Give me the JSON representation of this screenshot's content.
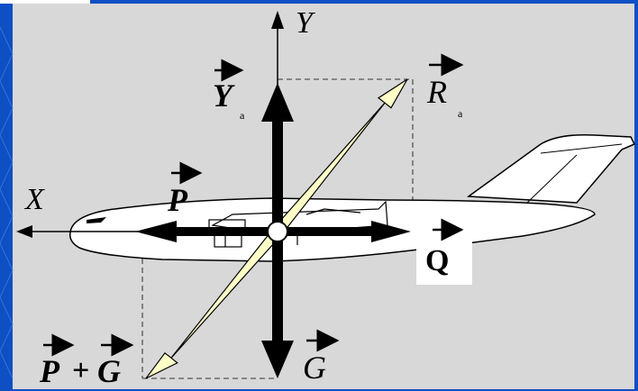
{
  "labels": {
    "y_axis": "Y",
    "x_axis": "X",
    "lift": "Y",
    "lift_sub": "a",
    "resultant": "R",
    "resultant_sub": "a",
    "thrust": "P",
    "drag": "Q",
    "weight": "G",
    "sum_p": "P",
    "sum_plus": "+",
    "sum_g": "G"
  },
  "colors": {
    "background": "#0e4fc4",
    "panel": "#d8d8d8",
    "force_arrow": "#000000",
    "resultant_arrow": "#ffffc8"
  }
}
